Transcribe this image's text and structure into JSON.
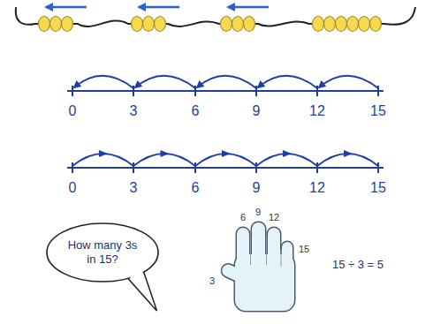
{
  "diagram": {
    "nodes": [
      {
        "text": [
          "How many 3s in 15?"
        ]
      }
    ],
    "labels": [
      "0",
      "3",
      "6",
      "9",
      "12",
      "15",
      "0",
      "3",
      "6",
      "9",
      "12",
      "15",
      "3",
      "6",
      "9",
      "12",
      "15",
      "15 ÷ 3 = 5"
    ]
  }
}
